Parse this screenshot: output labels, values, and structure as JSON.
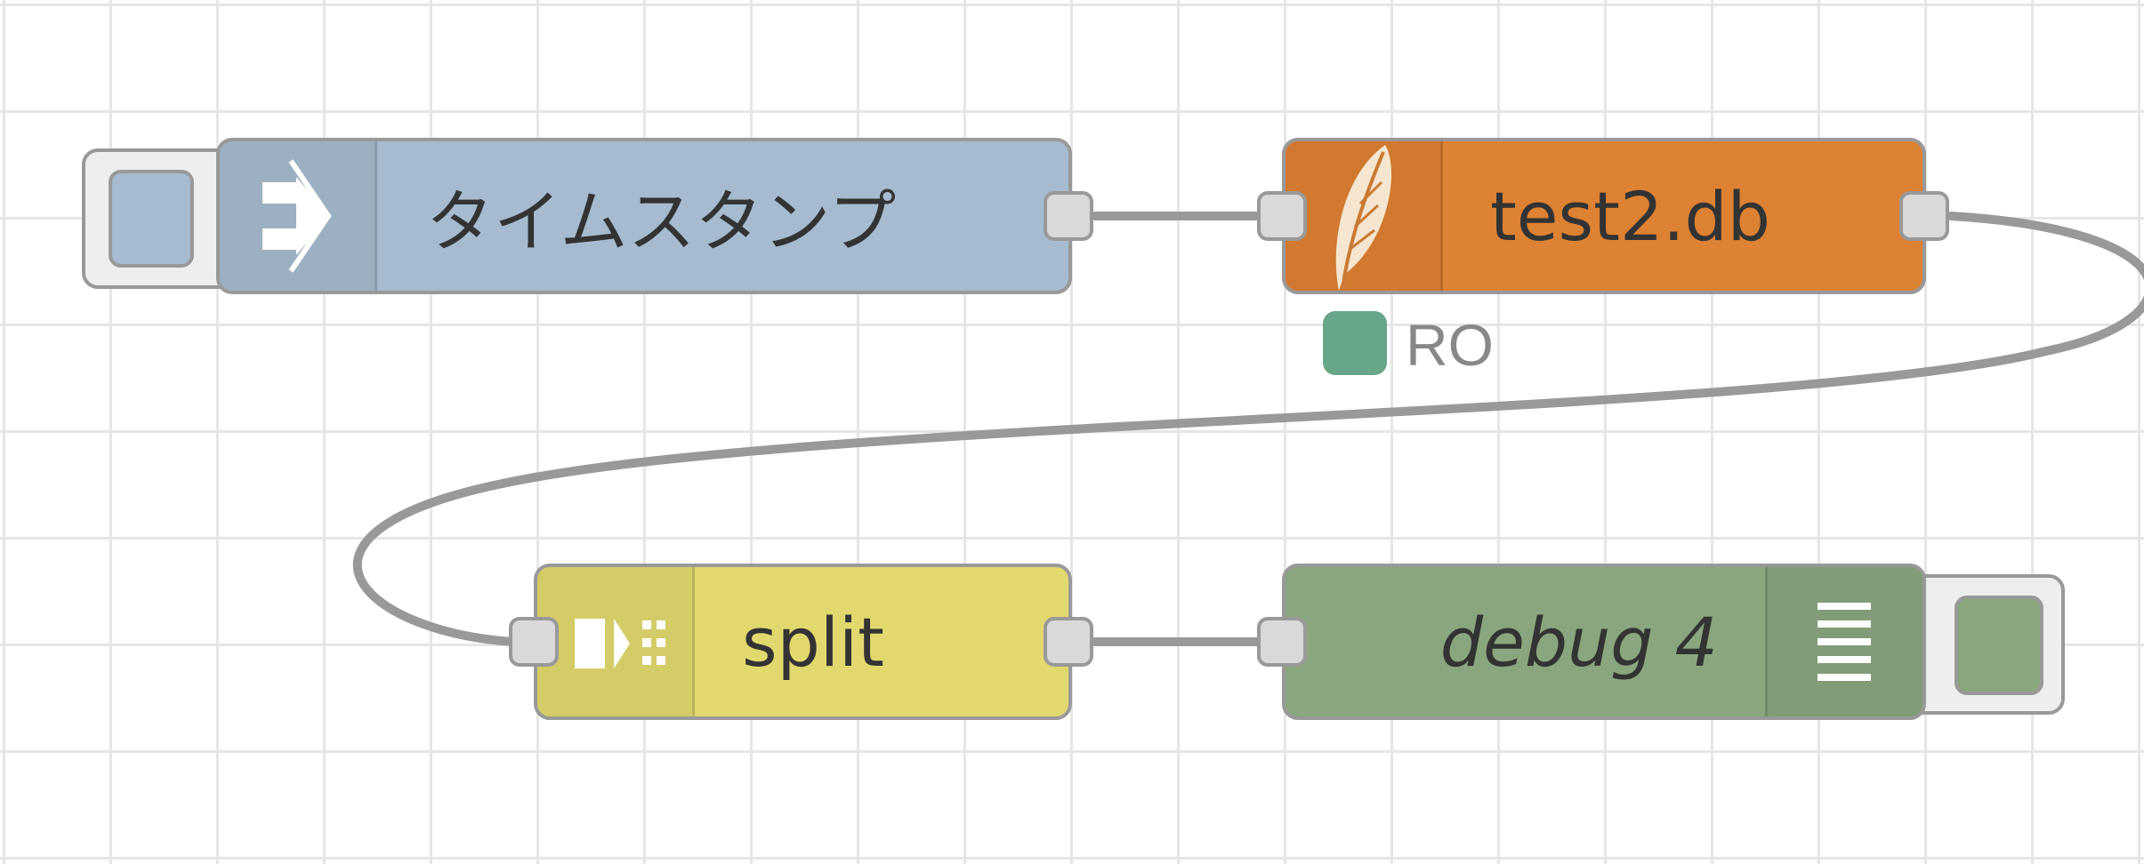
{
  "nodes": {
    "timestamp": {
      "label": "タイムスタンプ",
      "color": "#a6bbcf",
      "icon": "inject-arrow-icon"
    },
    "sqlite": {
      "label": "test2.db",
      "color": "#dd8132",
      "icon": "feather-icon"
    },
    "split": {
      "label": "split",
      "color": "#e2d96e",
      "icon": "split-icon"
    },
    "debug": {
      "label": "debug 4",
      "color": "#8aa67e",
      "icon": "debug-list-icon"
    }
  },
  "status": {
    "text": "RO",
    "color": "#67a688"
  },
  "wire_color": "#999999",
  "grid_color": "#e6e6e6"
}
